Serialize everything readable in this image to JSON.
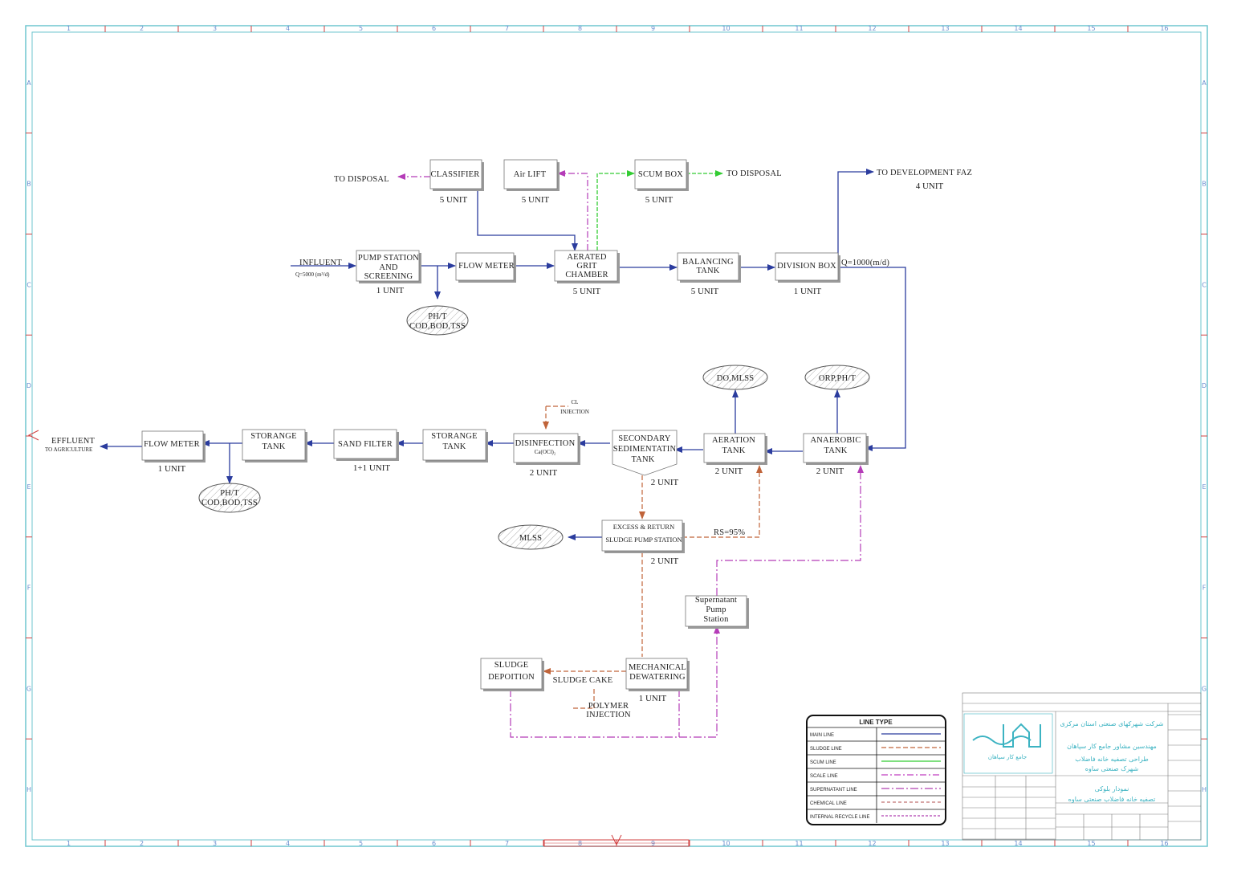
{
  "grid": {
    "columns": [
      "1",
      "2",
      "3",
      "4",
      "5",
      "6",
      "7",
      "8",
      "9",
      "10",
      "11",
      "12",
      "13",
      "14",
      "15",
      "16"
    ],
    "rows": [
      "A",
      "B",
      "C",
      "D",
      "E",
      "F",
      "G",
      "H"
    ]
  },
  "process": {
    "influent": "INFLUENT",
    "influent_q": "Q=5000 (m³/d)",
    "pump_station": [
      "PUMP STATION",
      "AND",
      "SCREENING"
    ],
    "pump_station_unit": "1 UNIT",
    "flow_meter_top": "FLOW METER",
    "grit_chamber": [
      "AERATED",
      "GRIT",
      "CHAMBER"
    ],
    "grit_unit": "5 UNIT",
    "balancing_tank": [
      "BALANCING",
      "TANK"
    ],
    "balancing_unit": "5 UNIT",
    "division_box": "DIVISION BOX",
    "division_unit": "1 UNIT",
    "division_q": "Q=1000(m/d)",
    "classifier": "CLASSIFIER",
    "classifier_unit": "5 UNIT",
    "air_lift": "Air LIFT",
    "air_lift_unit": "5 UNIT",
    "scum_box": "SCUM BOX",
    "scum_unit": "5 UNIT",
    "to_disposal_left": "TO DISPOSAL",
    "to_disposal_right": "TO DISPOSAL",
    "to_development": "TO DEVELOPMENT FAZ",
    "to_development_unit": "4 UNIT",
    "ph_top": [
      "PH/T",
      "COD,BOD,TSS"
    ],
    "do_mlss": "DO,MLSS",
    "orp_ph": "ORP,PH/T",
    "anaerobic": [
      "ANAEROBIC",
      "TANK"
    ],
    "anaerobic_unit": "2 UNIT",
    "aeration": [
      "AERATION",
      "TANK"
    ],
    "aeration_unit": "2 UNIT",
    "secondary": [
      "SECONDARY",
      "SEDIMENTATIN",
      "TANK"
    ],
    "secondary_unit": "2 UNIT",
    "disinfection": "DISINFECTION",
    "disinfection_sub": "Ca(OCl)₂",
    "disinfection_unit": "2 UNIT",
    "cl_injection": [
      "CL",
      "INJECTION"
    ],
    "storage_tank_1": [
      "STORANGE",
      "TANK"
    ],
    "sand_filter": "SAND FILTER",
    "sand_filter_unit": "1+1 UNIT",
    "storage_tank_2": [
      "STORANGE",
      "TANK"
    ],
    "flow_meter_bottom": "FLOW METER",
    "flow_meter_bottom_unit": "1 UNIT",
    "effluent": "EFFLUENT",
    "effluent_sub": "TO AGRICULTURE",
    "ph_bottom": [
      "PH/T",
      "COD,BOD,TSS"
    ],
    "excess_return": [
      "EXCESS & RETURN",
      "SLUDGE PUMP STATION"
    ],
    "excess_unit": "2 UNIT",
    "rs": "RS=95%",
    "mlss": "MLSS",
    "supernatant": [
      "Supernatant",
      "Pump",
      "Station"
    ],
    "mechanical": [
      "MECHANICAL",
      "DEWATERING"
    ],
    "mechanical_unit": "1 UNIT",
    "sludge_depoition": [
      "SLUDGE",
      "DEPOITION"
    ],
    "sludge_cake": "SLUDGE CAKE",
    "polymer": [
      "POLYMER",
      "INJECTION"
    ]
  },
  "legend": {
    "title": "LINE TYPE",
    "items": [
      {
        "label": "MAIN LINE",
        "color": "#2b3c9e",
        "dash": ""
      },
      {
        "label": "SLUDGE LINE",
        "color": "#c0643a",
        "dash": "6,3"
      },
      {
        "label": "SCUM LINE",
        "color": "#33cc33",
        "dash": ""
      },
      {
        "label": "SCALE LINE",
        "color": "#c03ec0",
        "dash": "8,3,2,3"
      },
      {
        "label": "SUPERNATANT LINE",
        "color": "#b040b0",
        "dash": "10,3,2,3"
      },
      {
        "label": "CHEMICAL LINE",
        "color": "#c07070",
        "dash": "4,3"
      },
      {
        "label": "INTERNAL RECYCLE LINE",
        "color": "#b040b0",
        "dash": "3,2"
      }
    ]
  },
  "title_block": {
    "company_1": "شرکت شهرکهای صنعتی استان مرکزی",
    "company_2": "مهندسین مشاور جامع کار سپاهان",
    "project_1": "طراحی تصفیه خانه فاضلاب",
    "project_2": "شهرک صنعتی ساوه",
    "drawing_1": "نمودار بلوکی",
    "drawing_2": "تصفیه خانه فاضلاب صنعتی ساوه",
    "logo_text": "جامع کار سپاهان"
  },
  "colors": {
    "main": "#2b3c9e",
    "sludge": "#c0643a",
    "scum": "#33cc33",
    "purple": "#b53cb8",
    "frame": "#6fc6cf",
    "tick": "#d04040"
  }
}
